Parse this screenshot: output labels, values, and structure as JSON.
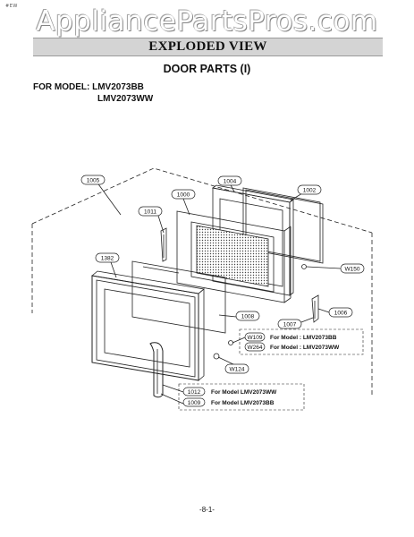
{
  "corner_mark": "#EW",
  "watermark": "AppliancePartsPros.com",
  "banner": "EXPLODED VIEW",
  "section_title": "DOOR PARTS (I)",
  "model_label": "FOR MODEL: LMV2073BB",
  "model_label_2": "LMV2073WW",
  "parts": {
    "p1005": "1005",
    "p1004": "1004",
    "p1002": "1002",
    "p1000": "1000",
    "p1011": "1011",
    "p1382": "1382",
    "p1008": "1008",
    "p1007": "1007",
    "p1006": "1006",
    "pW150": "W150",
    "pW124": "W124"
  },
  "notes": {
    "w109_code": "W109",
    "w109_text": "For Model : LMV2073BB",
    "w264_code": "W264",
    "w264_text": "For Model : LMV2073WW",
    "n1012_code": "1012",
    "n1012_text": "For Model LMV2073WW",
    "n1009_code": "1009",
    "n1009_text": "For Model LMV2073BB"
  },
  "page_number": "-8-1-"
}
